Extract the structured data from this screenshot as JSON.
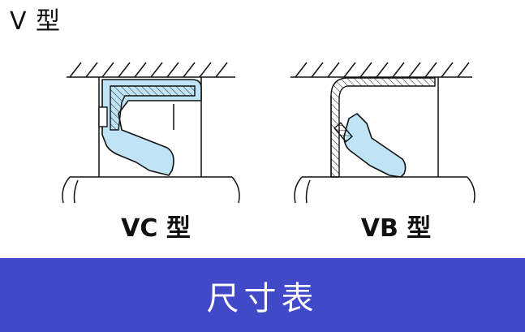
{
  "page": {
    "title": "V 型",
    "footer_text": "尺寸表"
  },
  "diagrams": [
    {
      "label": "VC 型"
    },
    {
      "label": "VB 型"
    }
  ],
  "colors": {
    "seal_fill": "#bfe4f6",
    "footer_bg": "#4149c9",
    "line": "#111111"
  }
}
